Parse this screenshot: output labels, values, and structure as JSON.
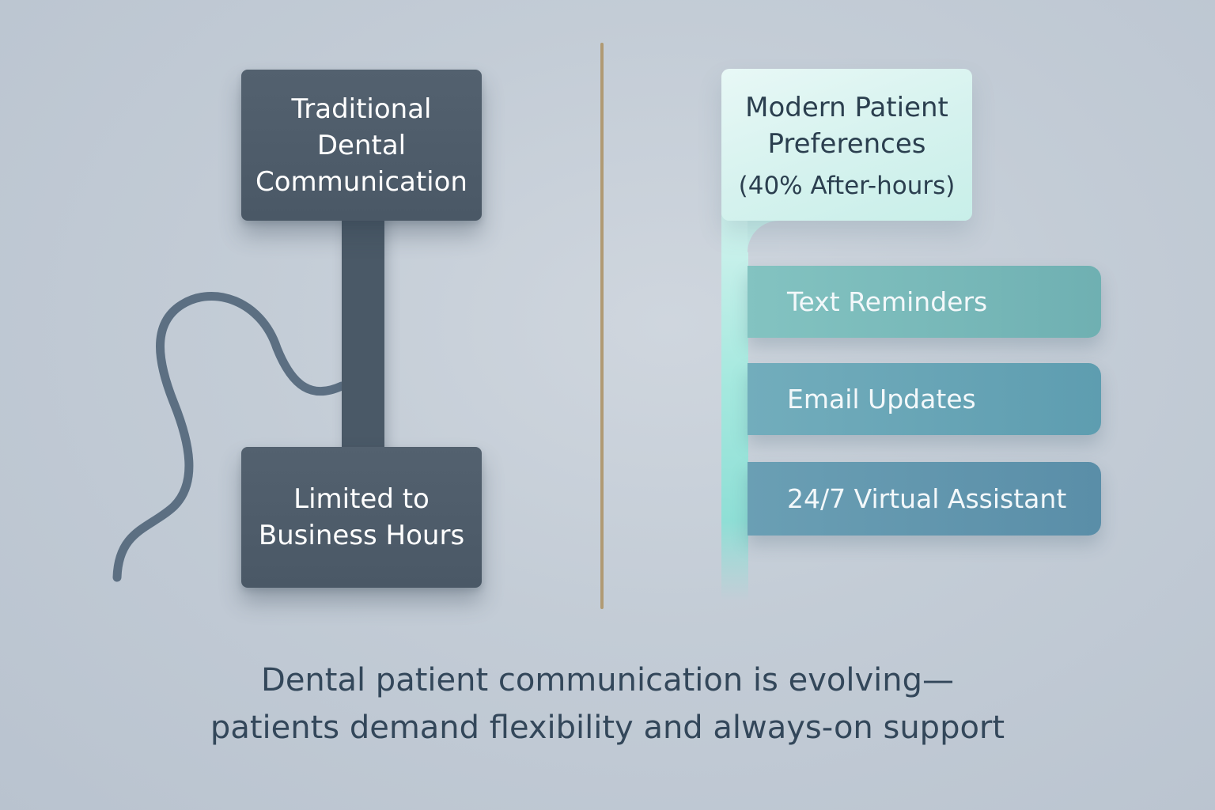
{
  "traditional": {
    "top_label": "Traditional\nDental\nCommunication",
    "bottom_label": "Limited to\nBusiness Hours"
  },
  "modern": {
    "title": "Modern Patient\nPreferences",
    "subtitle": "(40% After-hours)",
    "options": [
      {
        "label": "Text Reminders"
      },
      {
        "label": "Email Updates"
      },
      {
        "label": "24/7 Virtual Assistant"
      }
    ]
  },
  "caption": {
    "line1": "Dental patient communication is evolving—",
    "line2": "patients demand flexibility and always-on support"
  },
  "colors": {
    "dark_box": "#4e5c6a",
    "divider": "#b09a73",
    "light_box": "#d5f2ee",
    "bar_text_reminders": "#7bbbbb",
    "bar_email_updates": "#68a6b7",
    "bar_virtual_assistant": "#6298ae",
    "caption_text": "#33475a"
  }
}
